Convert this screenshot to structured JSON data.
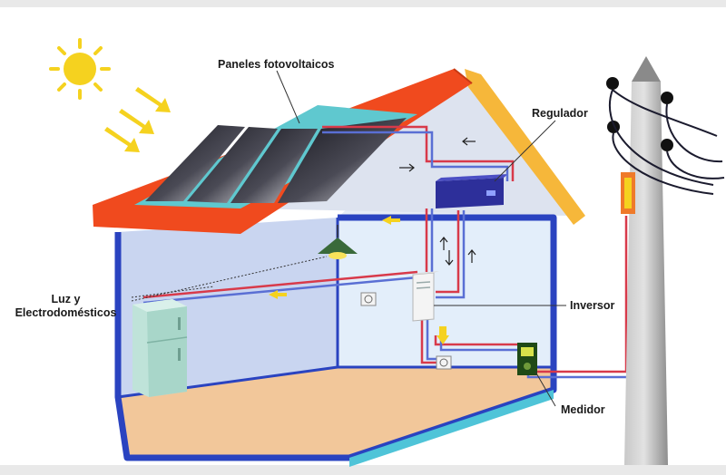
{
  "labels": {
    "panels": "Paneles fotovoltaicos",
    "regulator": "Regulador",
    "inverter": "Inversor",
    "lights_line1": "Luz y",
    "lights_line2": "Electrodomésticos",
    "meter": "Medidor"
  },
  "colors": {
    "background": "#ffffff",
    "roof": "#f04a1e",
    "roof_trim": "#f6b73a",
    "panel_frame": "#5fc8cf",
    "house_outline": "#2a43c0",
    "wall_left": "#c9d5f0",
    "wall_back": "#e3eefa",
    "floor": "#f2c79a",
    "sun": "#f5d21f",
    "wire_red": "#d83a4a",
    "wire_blue": "#5a6fd4",
    "pole": "#9a9a9a"
  },
  "icons": [
    "sun-icon",
    "sun-ray-arrow-icon",
    "flow-arrow-icon",
    "lamp-icon",
    "fridge-icon",
    "outlet-icon",
    "meter-icon",
    "inverter-icon",
    "regulator-icon",
    "power-pole-icon"
  ]
}
